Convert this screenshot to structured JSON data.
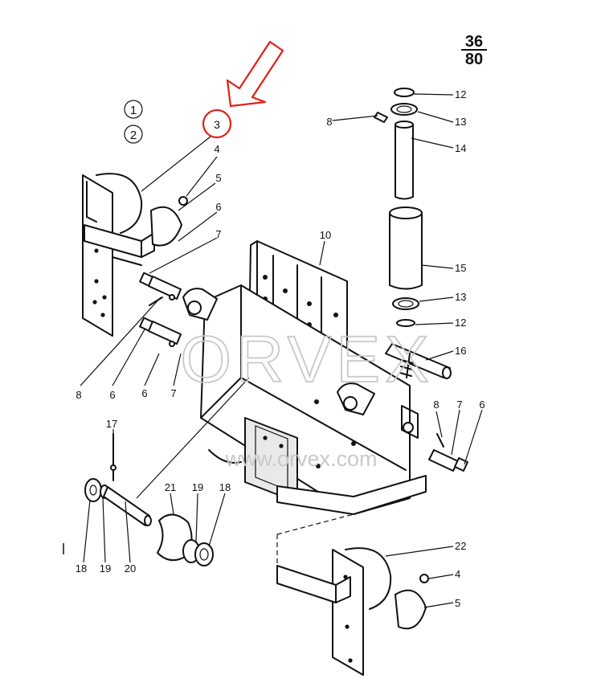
{
  "page_fraction": {
    "numerator": "36",
    "denominator": "80"
  },
  "circled_callouts": [
    "1",
    "2",
    "3"
  ],
  "highlight_color": "#e0201b",
  "watermark": {
    "brand": "ORVEX",
    "url": "www.orvex.com"
  },
  "part_labels": {
    "p3": "3",
    "p4_top": "4",
    "p5_top": "5",
    "p6_top": "6",
    "p7_top": "7",
    "p8_left": "8",
    "p6_left": "6",
    "p6_small": "6",
    "p7_small": "7",
    "p8_top": "8",
    "p10": "10",
    "p12_top": "12",
    "p13_top": "13",
    "p14": "14",
    "p15": "15",
    "p13_bottom": "13",
    "p12_bottom": "12",
    "p16": "16",
    "p8_right": "8",
    "p7_right": "7",
    "p6_right": "6",
    "p17": "17",
    "p21": "21",
    "p19_top": "19",
    "p18_top": "18",
    "p18_bottom": "18",
    "p19_bottom": "19",
    "p20": "20",
    "p22": "22",
    "p4_bottom": "4",
    "p5_bottom": "5"
  }
}
